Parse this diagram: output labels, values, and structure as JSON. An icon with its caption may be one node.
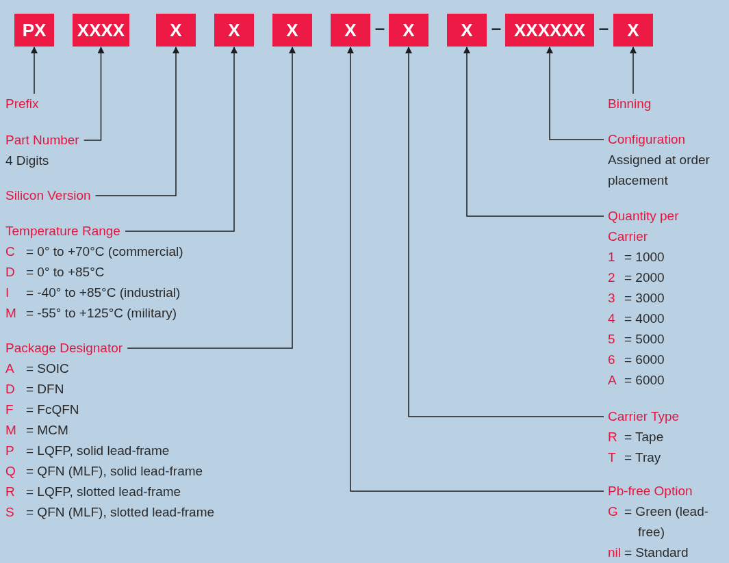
{
  "diagram": {
    "nodes": [
      {
        "text": [
          "PX"
        ]
      },
      {
        "text": [
          "XXXX"
        ]
      },
      {
        "text": [
          "X"
        ]
      },
      {
        "text": [
          "X"
        ]
      },
      {
        "text": [
          "X"
        ]
      },
      {
        "text": [
          "X"
        ]
      },
      {
        "text": [
          "X"
        ]
      },
      {
        "text": [
          "X"
        ]
      },
      {
        "text": [
          "XXXXXX"
        ]
      },
      {
        "text": [
          "X"
        ]
      },
      {
        "text": [
          "Prefix"
        ]
      },
      {
        "text": [
          "Part Number"
        ],
        "beside": [
          "4 Digits"
        ]
      },
      {
        "text": [
          "Silicon Version"
        ]
      },
      {
        "text": [
          "Temperature Range"
        ],
        "beside": [
          "C",
          "= 0° to +70°C (commercial)",
          "D",
          "= 0° to +85°C",
          "I",
          "= -40° to +85°C (industrial)",
          "M",
          "= -55° to +125°C (military)"
        ]
      },
      {
        "text": [
          "Package Designator"
        ],
        "beside": [
          "A",
          "= SOIC",
          "D",
          "= DFN",
          "F",
          "= FcQFN",
          "M",
          "= MCM",
          "P",
          "= LQFP, solid lead-frame",
          "Q",
          "= QFN (MLF), solid lead-frame",
          "R",
          "= LQFP, slotted lead-frame",
          "S",
          "= QFN (MLF), slotted lead-frame"
        ]
      },
      {
        "text": [
          "Binning"
        ]
      },
      {
        "text": [
          "Configuration"
        ],
        "beside": [
          "Assigned at order placement"
        ]
      },
      {
        "text": [
          "Quantity per Carrier"
        ],
        "beside": [
          "1",
          "= 1000",
          "2",
          "= 2000",
          "3",
          "= 3000",
          "4",
          "= 4000",
          "5",
          "= 5000",
          "6",
          "= 6000",
          "A",
          "= 6000"
        ]
      },
      {
        "text": [
          "Carrier Type"
        ],
        "beside": [
          "R",
          "= Tape",
          "T",
          "= Tray"
        ]
      },
      {
        "text": [
          "Pb-free Option"
        ],
        "beside": [
          "G",
          "= Green (lead-free)",
          "nil",
          "= Standard"
        ]
      }
    ],
    "edges": [
      {
        "from": 10,
        "to": 0,
        "arrow": "to"
      },
      {
        "from": 11,
        "to": 1,
        "arrow": "to"
      },
      {
        "from": 12,
        "to": 2,
        "arrow": "to"
      },
      {
        "from": 13,
        "to": 3,
        "arrow": "to"
      },
      {
        "from": 14,
        "to": 4,
        "arrow": "to"
      },
      {
        "from": 19,
        "to": 5,
        "arrow": "to"
      },
      {
        "from": 18,
        "to": 6,
        "arrow": "to"
      },
      {
        "from": 17,
        "to": 7,
        "arrow": "to"
      },
      {
        "from": 16,
        "to": 8,
        "arrow": "to"
      },
      {
        "from": 15,
        "to": 9,
        "arrow": "to"
      }
    ],
    "labels": [
      "–",
      "–",
      "–"
    ]
  }
}
